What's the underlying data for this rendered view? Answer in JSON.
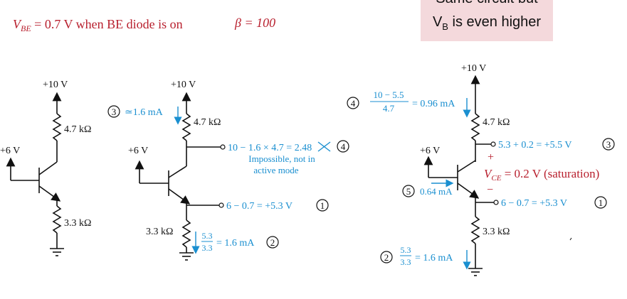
{
  "top": {
    "vbe_note": "V",
    "vbe_sub": "BE",
    "vbe_rest": " = 0.7 V when BE diode is on",
    "beta": "β = 100",
    "box_line1": "Same circuit but",
    "box_line2": "V",
    "box_line2_sub": "B",
    "box_line2_rest": " is even higher"
  },
  "colors": {
    "blue": "#1a8fd0",
    "red": "#b8202e",
    "box_bg": "#f4d9dc"
  },
  "circuit1": {
    "vcc": "+10 V",
    "rc": "4.7 kΩ",
    "vb": "+6 V",
    "re": "3.3 kΩ"
  },
  "circuit2": {
    "vcc": "+10 V",
    "rc": "4.7 kΩ",
    "vb": "+6 V",
    "re": "3.3 kΩ",
    "step3": "3",
    "ic": "≃1.6 mA",
    "vc_calc": "10 − 1.6 × 4.7 = ",
    "vc_struck": "2.48",
    "step4": "4",
    "impossible1": "Impossible, not in",
    "impossible2": "active mode",
    "ve_calc": "6 − 0.7 = +5.3 V",
    "step1": "1",
    "ie_num": "5.3",
    "ie_den": "3.3",
    "ie_eq": "= 1.6 mA",
    "step2": "2"
  },
  "circuit3": {
    "vcc": "+10 V",
    "rc": "4.7 kΩ",
    "vb": "+6 V",
    "re": "3.3 kΩ",
    "step4": "4",
    "ic_num": "10 − 5.5",
    "ic_den": "4.7",
    "ic_eq": "= 0.96 mA",
    "vc_calc": "5.3 + 0.2 = +5.5 V",
    "step3": "3",
    "plus": "+",
    "vce_v": "V",
    "vce_sub": "CE",
    "vce_rest": " = 0.2 V (saturation)",
    "minus": "−",
    "step5": "5",
    "ib": "0.64 mA",
    "ve_calc": "6 − 0.7 = +5.3 V",
    "step1": "1",
    "step2": "2",
    "ie_num": "5.3",
    "ie_den": "3.3",
    "ie_eq": "= 1.6 mA"
  }
}
